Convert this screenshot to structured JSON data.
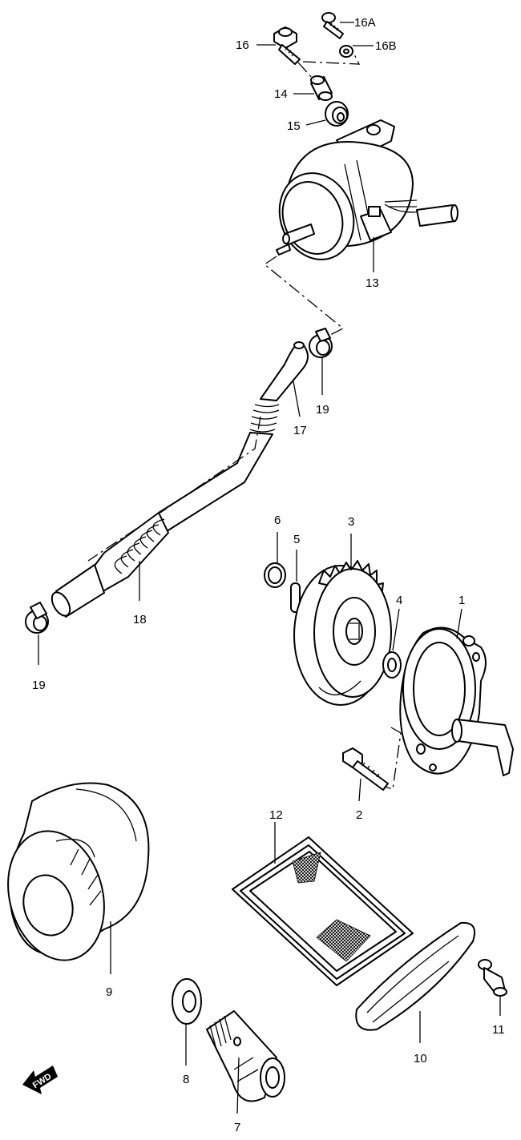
{
  "diagram": {
    "labels": {
      "p1": "1",
      "p2": "2",
      "p3": "3",
      "p4": "4",
      "p5": "5",
      "p6": "6",
      "p7": "7",
      "p8": "8",
      "p9": "9",
      "p10": "10",
      "p11": "11",
      "p12": "12",
      "p13": "13",
      "p14": "14",
      "p15": "15",
      "p16": "16",
      "p16a": "16A",
      "p16b": "16B",
      "p17": "17",
      "p18": "18",
      "p19a": "19",
      "p19b": "19"
    },
    "fwd": "FWD"
  }
}
